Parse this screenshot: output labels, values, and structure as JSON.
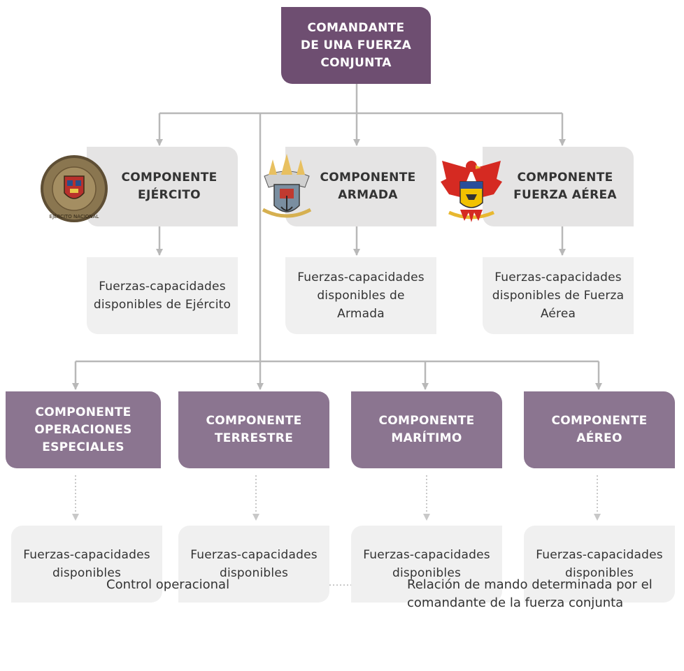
{
  "commander": "COMANDANTE\nDE UNA FUERZA\nCONJUNTA",
  "force_components": [
    {
      "label": "COMPONENTE\nEJÉRCITO",
      "capabilities": "Fuerzas-capacidades\ndisponibles de Ejército",
      "emblem": "ejercito-seal",
      "emblem_text": "EJÉRCITO NACIONAL"
    },
    {
      "label": "COMPONENTE\nARMADA",
      "capabilities": "Fuerzas-capacidades\ndisponibles de\nArmada",
      "emblem": "armada-coat-of-arms"
    },
    {
      "label": "COMPONENTE\nFUERZA AÉREA",
      "capabilities": "Fuerzas-capacidades\ndisponibles de Fuerza\nAérea",
      "emblem": "fuerza-aerea-eagle"
    }
  ],
  "functional_components": [
    {
      "label": "COMPONENTE\nOPERACIONES\nESPECIALES",
      "capabilities": "Fuerzas-capacidades\ndisponibles"
    },
    {
      "label": "COMPONENTE\nTERRESTRE",
      "capabilities": "Fuerzas-capacidades\ndisponibles"
    },
    {
      "label": "COMPONENTE\nMARÍTIMO",
      "capabilities": "Fuerzas-capacidades\ndisponibles"
    },
    {
      "label": "COMPONENTE\nAÉREO",
      "capabilities": "Fuerzas-capacidades\ndisponibles"
    }
  ],
  "legend": {
    "solid": "Control operacional",
    "dotted": "Relación de mando determinada por el\ncomandante de la fuerza conjunta"
  },
  "colors": {
    "commander": "#6e4e71",
    "functional": "#8b7590",
    "force": "#e5e4e4",
    "capabilities": "#f0f0f0",
    "connector": "#b8b8b8"
  }
}
